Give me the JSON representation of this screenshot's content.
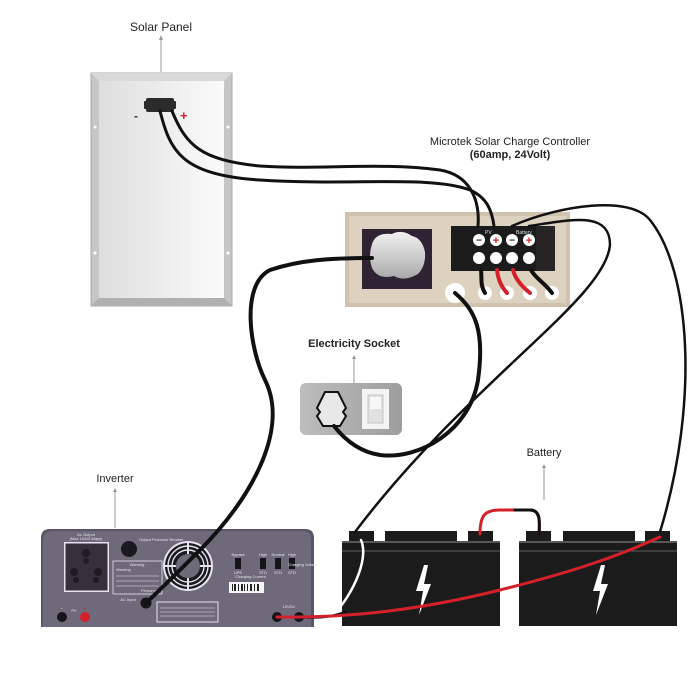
{
  "labels": {
    "solar_panel": "Solar Panel",
    "controller_title": "Microtek Solar Charge Controller",
    "controller_spec": "(60amp, 24Volt)",
    "electricity_socket": "Electricity Socket",
    "inverter": "Inverter",
    "battery": "Battery"
  },
  "solar_panel": {
    "minus": "-",
    "plus": "+"
  },
  "controller": {
    "pv": "PV",
    "battery": "Battery",
    "terminals": [
      "−",
      "+",
      "−",
      "+"
    ]
  },
  "inverter": {
    "ac_output": "Ac Output",
    "ac_output_sub": "(Max 10A/3 Ways)",
    "output_protect": "Output Protector Breaker",
    "warning": "Warning",
    "warning_line": "Warning",
    "personnel": "Personnel",
    "ac_input": "AC Input",
    "pv_label": "PV",
    "pv_minus": "−",
    "pv_plus": "+",
    "dc_label": "12VDC",
    "switches": [
      {
        "top": "Bypass",
        "bottom": "UPS"
      },
      {
        "top": "High",
        "bottom": "STD"
      },
      {
        "top": "Normal",
        "bottom": "STD"
      },
      {
        "top": "High",
        "bottom": "STD"
      }
    ],
    "side_labels": [
      "Charging Current",
      "Charging Voltage"
    ]
  },
  "colors": {
    "wire": "#111111",
    "wire_red": "#d4202a",
    "controller_body": "#ddd1bf",
    "inverter_body": "#6e6a7a",
    "battery_body": "#1c1b1b",
    "panel_frame": "#c9c9c9"
  }
}
